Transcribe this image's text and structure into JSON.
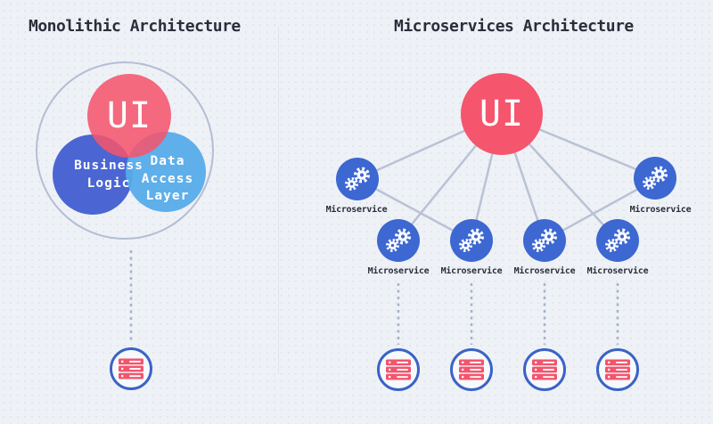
{
  "colors": {
    "background": "#eef1f6",
    "ui_red": "#f5556d",
    "venn_dark_blue": "#4b66d2",
    "venn_light_blue": "#56abe9",
    "node_blue": "#3d67d1",
    "connector_line": "#bac2d4",
    "dotted_line": "#a8b2c8",
    "db_ring_blue": "#3a63c6",
    "db_glyph_red": "#f4546c",
    "title_text": "#2b2e3a",
    "outer_ring": "#b4bdd3"
  },
  "icons": {
    "gear": "gear-icon",
    "database": "database-icon"
  },
  "left": {
    "title": "Monolithic Architecture",
    "ui_label": "UI",
    "business": {
      "line1": "Business",
      "line2": "Logic"
    },
    "data_access": {
      "line1": "Data",
      "line2": "Access",
      "line3": "Layer"
    }
  },
  "right": {
    "title": "Microservices Architecture",
    "ui_label": "UI",
    "services": [
      {
        "label": "Microservice"
      },
      {
        "label": "Microservice"
      },
      {
        "label": "Microservice"
      },
      {
        "label": "Microservice"
      },
      {
        "label": "Microservice"
      },
      {
        "label": "Microservice"
      }
    ]
  }
}
